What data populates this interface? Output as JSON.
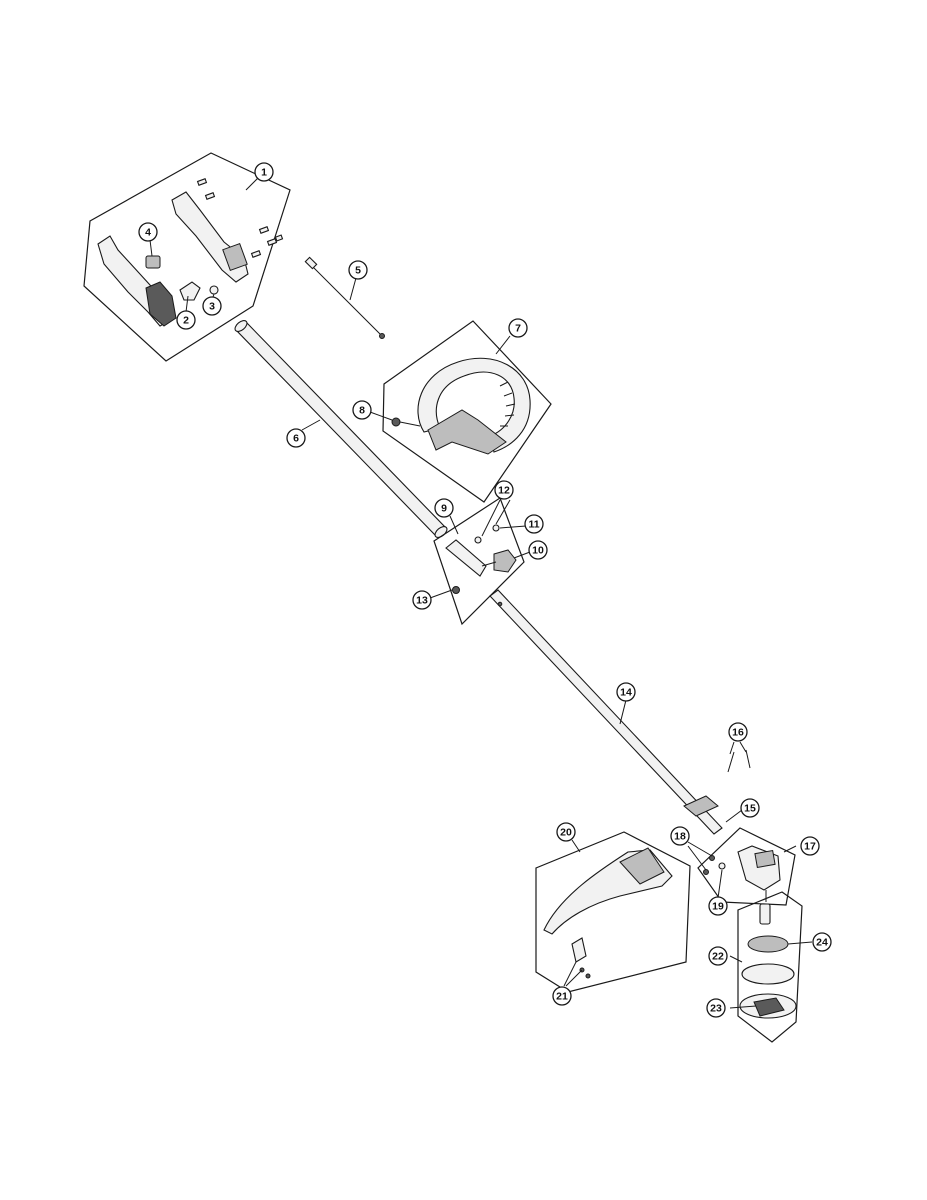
{
  "callouts": [
    {
      "id": "c1",
      "label": "1"
    },
    {
      "id": "c2",
      "label": "2"
    },
    {
      "id": "c3",
      "label": "3"
    },
    {
      "id": "c4",
      "label": "4"
    },
    {
      "id": "c5",
      "label": "5"
    },
    {
      "id": "c6",
      "label": "6"
    },
    {
      "id": "c7",
      "label": "7"
    },
    {
      "id": "c8",
      "label": "8"
    },
    {
      "id": "c9",
      "label": "9"
    },
    {
      "id": "c10",
      "label": "10"
    },
    {
      "id": "c11",
      "label": "11"
    },
    {
      "id": "c12",
      "label": "12"
    },
    {
      "id": "c13",
      "label": "13"
    },
    {
      "id": "c14",
      "label": "14"
    },
    {
      "id": "c15",
      "label": "15"
    },
    {
      "id": "c16",
      "label": "16"
    },
    {
      "id": "c17",
      "label": "17"
    },
    {
      "id": "c18",
      "label": "18"
    },
    {
      "id": "c19",
      "label": "19"
    },
    {
      "id": "c20",
      "label": "20"
    },
    {
      "id": "c21",
      "label": "21"
    },
    {
      "id": "c22",
      "label": "22"
    },
    {
      "id": "c23",
      "label": "23"
    },
    {
      "id": "c24",
      "label": "24"
    }
  ]
}
